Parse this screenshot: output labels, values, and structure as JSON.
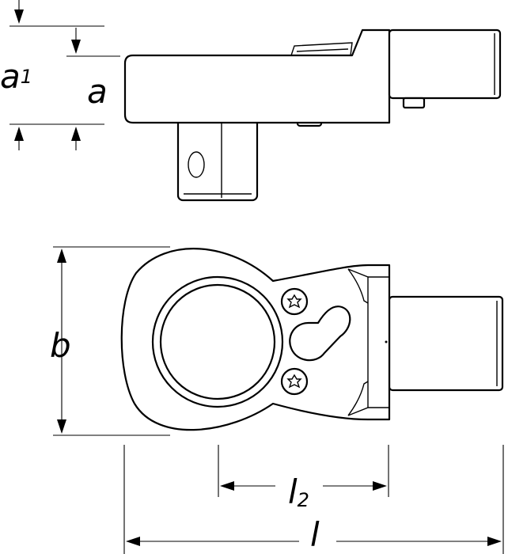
{
  "labels": {
    "a1": {
      "main": "a",
      "sub": "1"
    },
    "a": "a",
    "b": "b",
    "l2": {
      "main": "l",
      "sub": "2"
    },
    "l": "l"
  },
  "colors": {
    "line": "#000000",
    "background": "#ffffff"
  }
}
